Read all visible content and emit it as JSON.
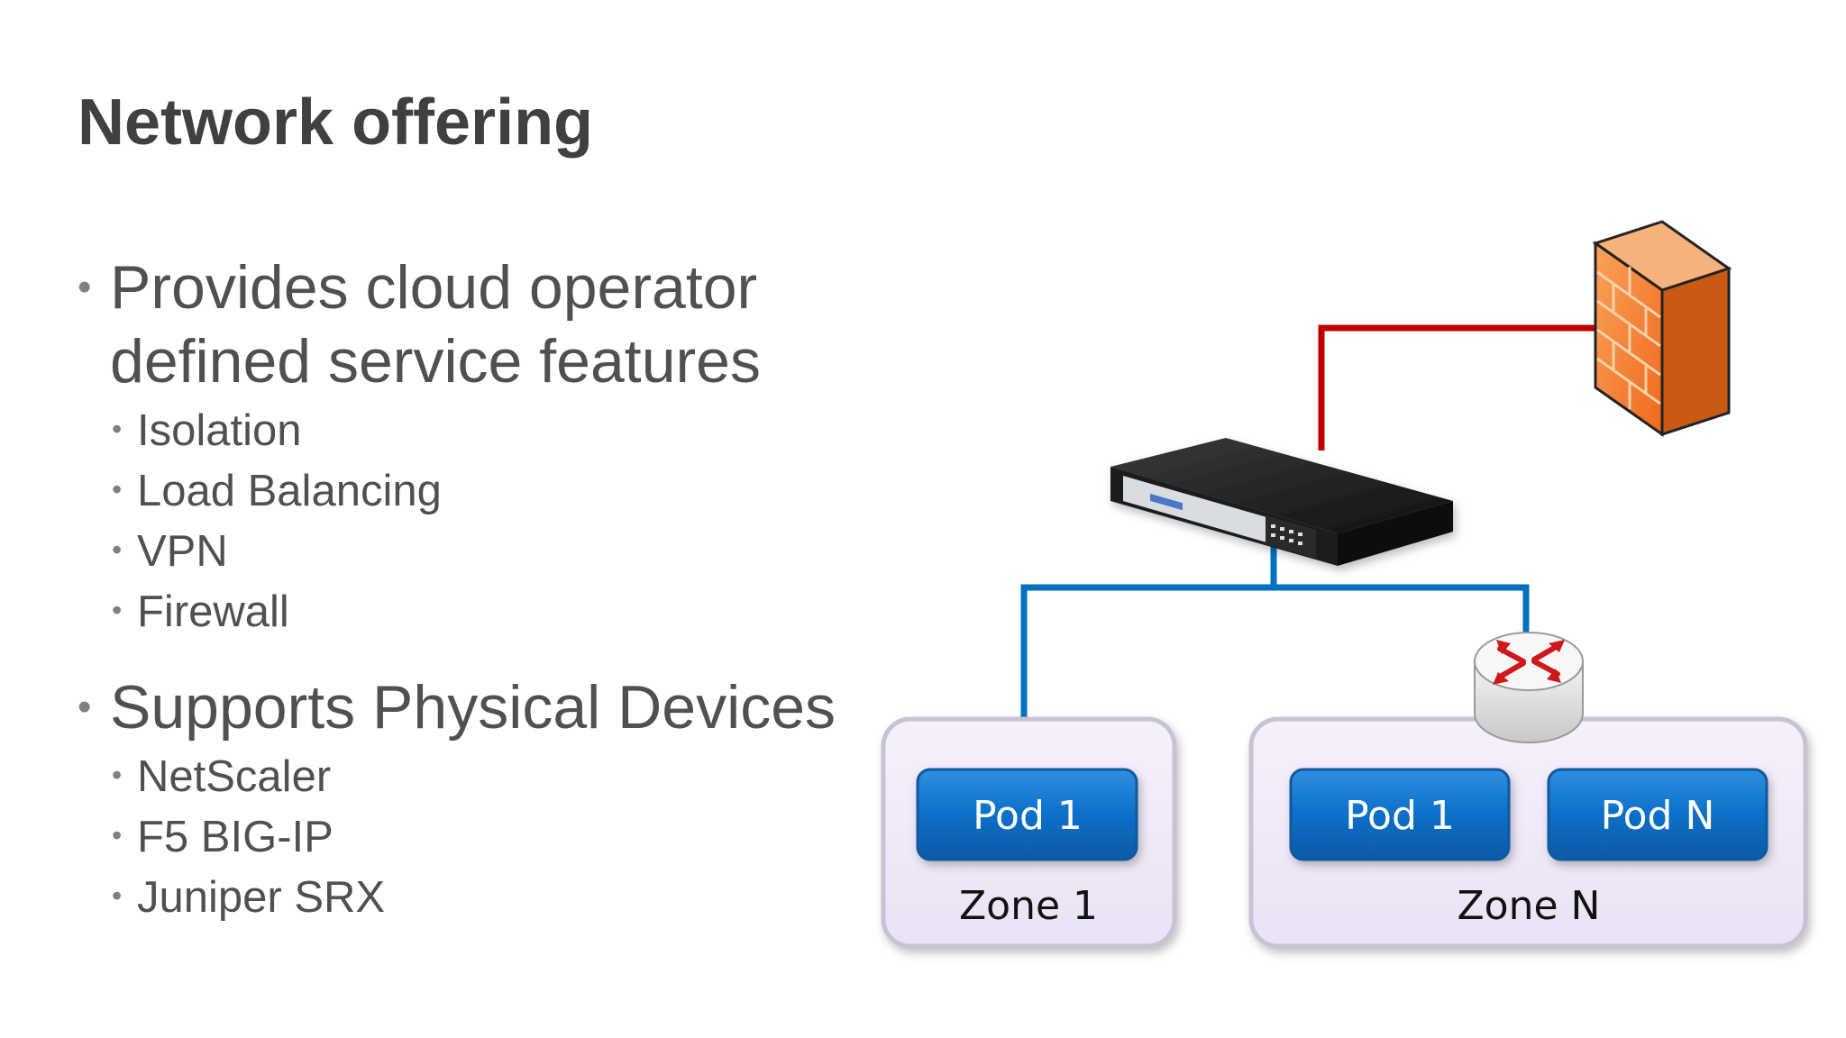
{
  "slide": {
    "title": "Network offering",
    "bullets": [
      {
        "text_line1": "Provides cloud operator",
        "text_line2": "defined service features",
        "subitems": [
          "Isolation",
          "Load Balancing",
          "VPN",
          "Firewall"
        ]
      },
      {
        "text_line1": "Supports Physical Devices",
        "text_line2": "",
        "subitems": [
          "NetScaler",
          "F5 BIG-IP",
          "Juniper SRX"
        ]
      }
    ],
    "bullet_glyph": "•"
  },
  "diagram": {
    "zones": [
      {
        "label": "Zone 1",
        "pods": [
          "Pod 1"
        ]
      },
      {
        "label": "Zone N",
        "pods": [
          "Pod 1",
          "Pod N"
        ]
      }
    ],
    "devices": {
      "firewall_icon": "firewall-icon",
      "appliance_icon": "netscaler-appliance-icon",
      "router_icon": "router-icon"
    },
    "colors": {
      "title": "#404040",
      "text": "#505050",
      "red_link": "#c00000",
      "blue_link": "#0070c0",
      "zone_fill": "#f1e9f9",
      "zone_border": "#c8c3d3",
      "pod_fill": "#0f72c9",
      "firewall": "#f47a23"
    }
  }
}
